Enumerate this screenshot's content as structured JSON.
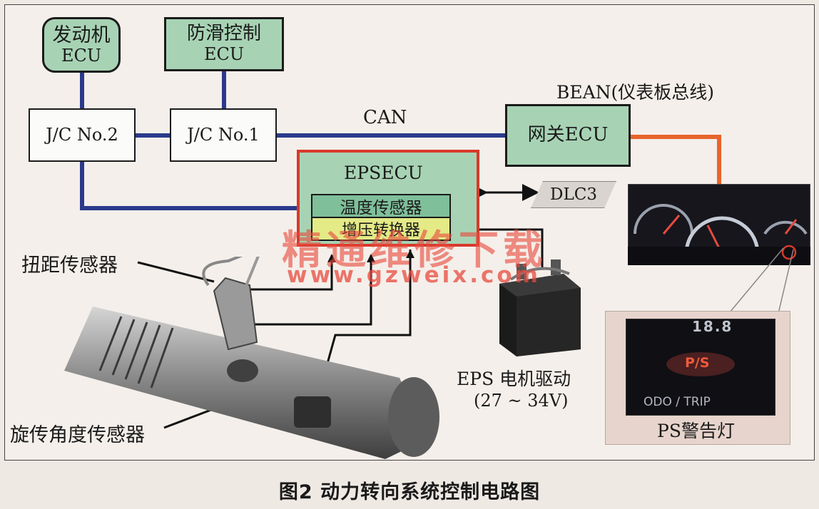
{
  "boxes": {
    "engine_ecu": {
      "line1": "发动机",
      "line2": "ECU"
    },
    "antiskid_ecu": {
      "line1": "防滑控制",
      "line2": "ECU"
    },
    "jc2": "J/C No.2",
    "jc1": "J/C No.1",
    "gateway_ecu": "网关ECU",
    "eps_ecu": "EPSECU",
    "temp_sensor": "温度传感器",
    "converter": "增压转换器",
    "dlc3": "DLC3"
  },
  "labels": {
    "can": "CAN",
    "bean": "BEAN(仪表板总线)",
    "torque_sensor": "扭距传感器",
    "rotation_angle_sensor": "旋传角度传感器",
    "eps_motor_drive": "EPS 电机驱动",
    "voltage": "(27 ~ 34V)",
    "ps_warning_lamp": "PS警告灯"
  },
  "panel": {
    "odometer": "18.8",
    "ps_indicator": "P/S",
    "odo_trip": "ODO / TRIP"
  },
  "watermark": {
    "line1": "精通维修下载",
    "line2": "www.gzweix.com"
  },
  "caption": "图2 动力转向系统控制电路图",
  "colors": {
    "can_bus": "#2a3a8c",
    "bean_bus": "#e8642c",
    "box_green": "#a7d3b4",
    "temp_sensor": "#7fbf9a",
    "converter": "#e3ea86",
    "eps_border": "#d8392b",
    "watermark": "#e84a3e"
  }
}
